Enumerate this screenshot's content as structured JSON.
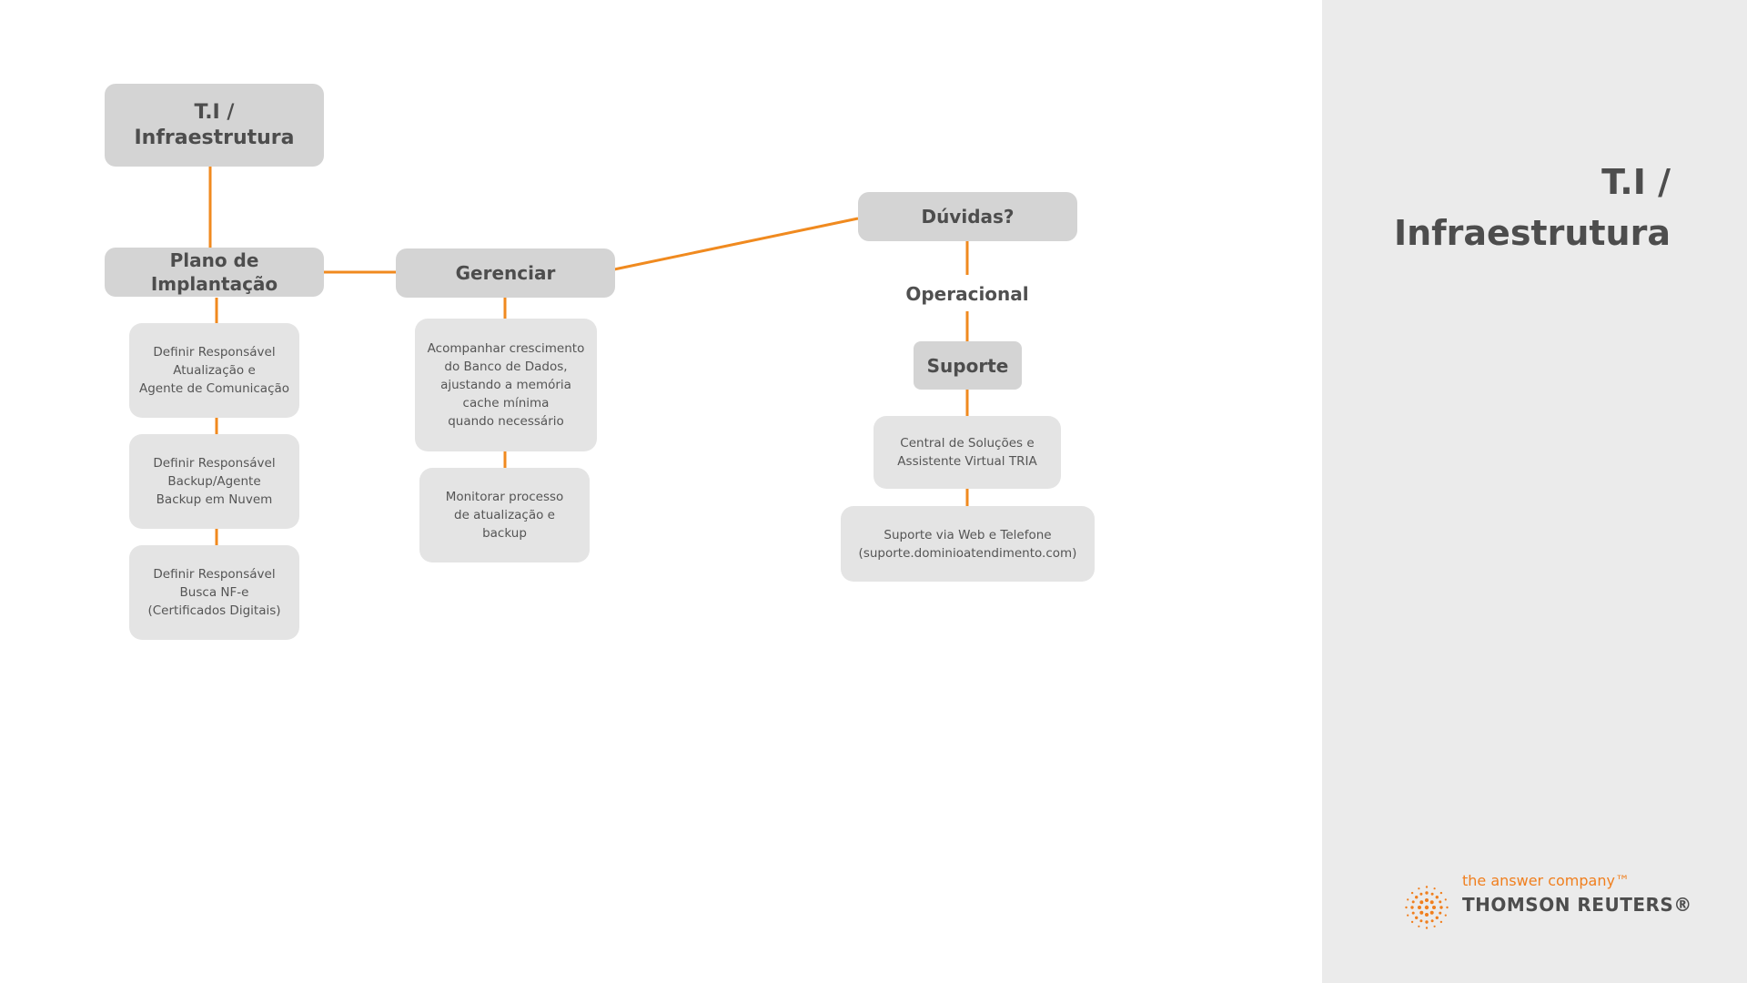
{
  "colors": {
    "connector": "#f08a1f",
    "primary_box": "#d4d4d4",
    "secondary_box": "#e4e4e4",
    "sidebar_bg": "#ebebeb",
    "brand_orange": "#f07f1e"
  },
  "diagram": {
    "root": "T.I /\nInfraestrutura",
    "plano": {
      "label": "Plano de Implantação",
      "items": [
        "Definir Responsável\nAtualização e\nAgente de Comunicação",
        "Definir Responsável\nBackup/Agente\nBackup em Nuvem",
        "Definir Responsável\nBusca NF-e\n(Certificados Digitais)"
      ]
    },
    "gerenciar": {
      "label": "Gerenciar",
      "items": [
        "Acompanhar crescimento\ndo Banco de Dados,\najustando a memória\ncache mínima\nquando necessário",
        "Monitorar processo\nde atualização e\nbackup"
      ]
    },
    "duvidas": {
      "label": "Dúvidas?",
      "operacional": "Operacional",
      "suporte": "Suporte",
      "items": [
        "Central de Soluções e\nAssistente Virtual TRIA",
        "Suporte via Web e Telefone\n(suporte.dominioatendimento.com)"
      ]
    }
  },
  "sidebar": {
    "title": "T.I /\nInfraestrutura"
  },
  "logo": {
    "tagline": "the answer company™",
    "name": "THOMSON REUTERS®",
    "icon": "thomson-reuters-dot-sphere-icon"
  }
}
